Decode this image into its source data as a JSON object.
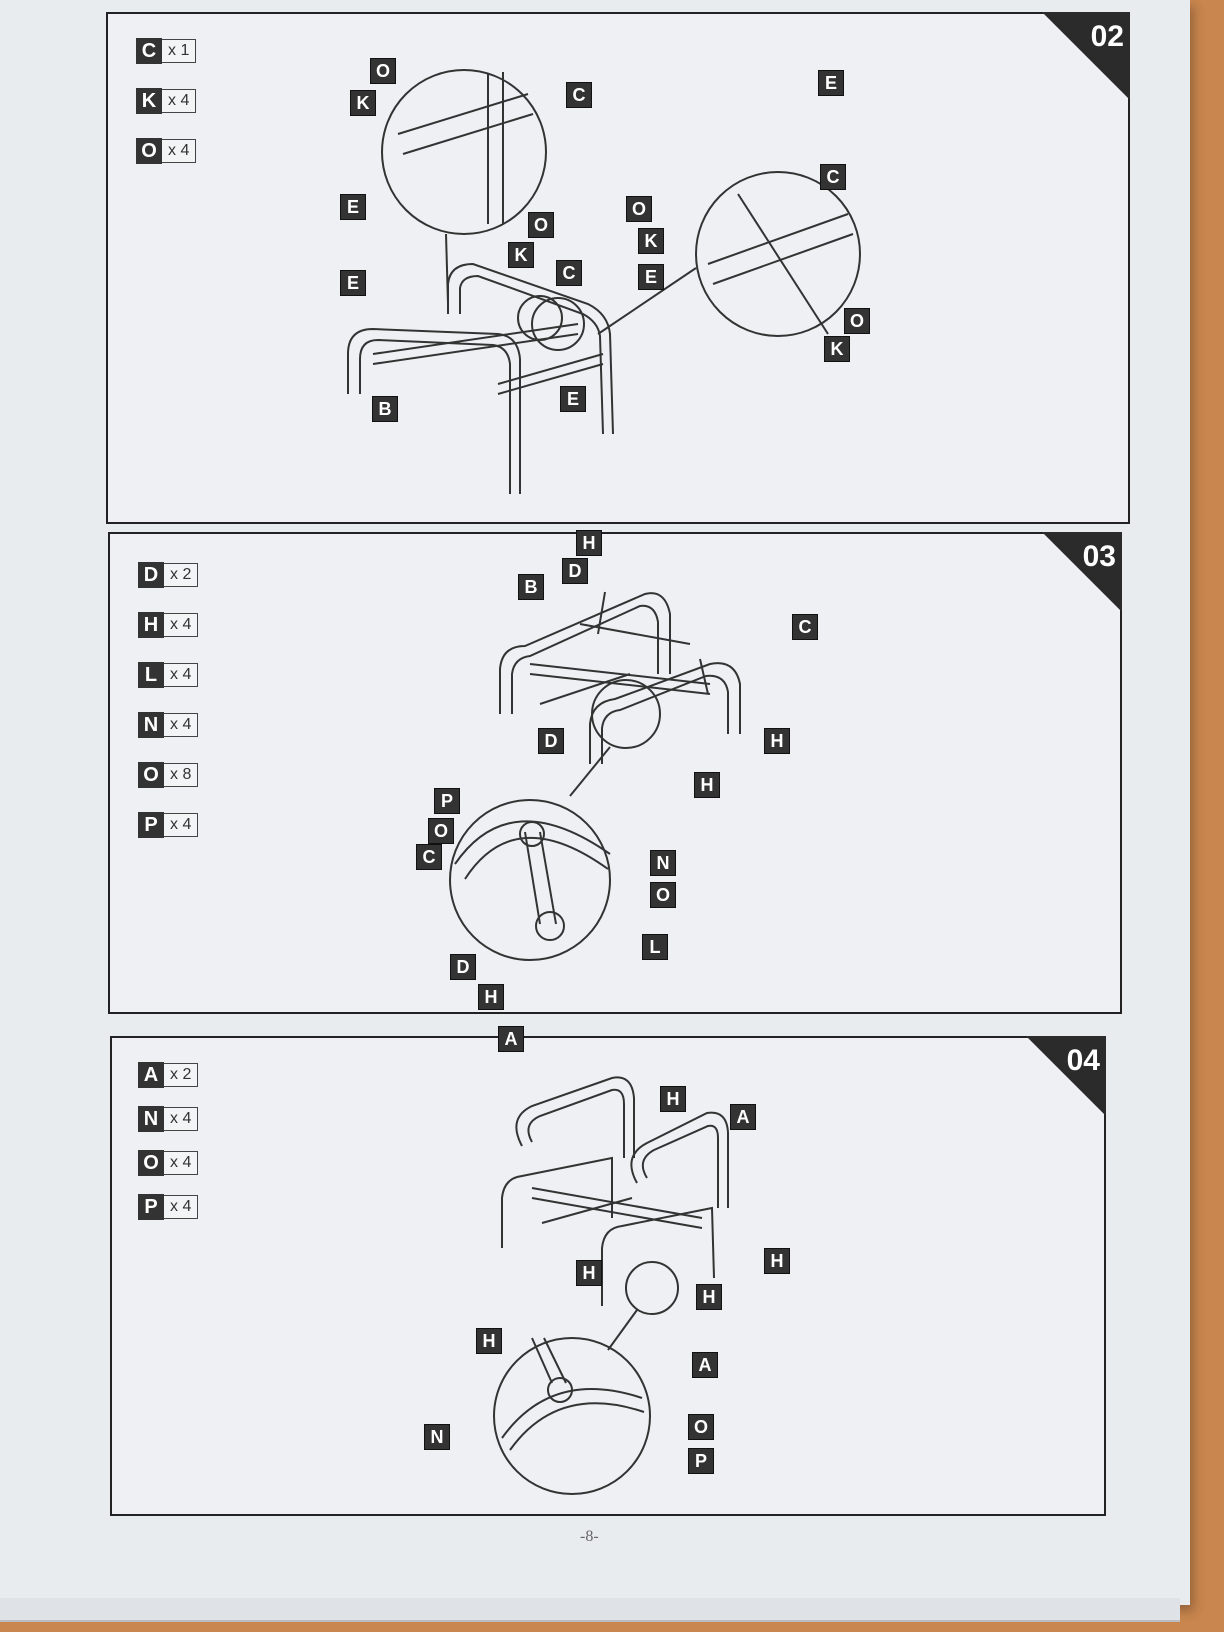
{
  "steps": [
    {
      "number": "02",
      "parts": [
        {
          "letter": "C",
          "qty": "x 1"
        },
        {
          "letter": "K",
          "qty": "x 4"
        },
        {
          "letter": "O",
          "qty": "x 4"
        }
      ],
      "labels": [
        "O",
        "K",
        "C",
        "E",
        "O",
        "K",
        "C",
        "O",
        "K",
        "E",
        "E",
        "C",
        "E",
        "O",
        "K",
        "B",
        "E"
      ]
    },
    {
      "number": "03",
      "parts": [
        {
          "letter": "D",
          "qty": "x 2"
        },
        {
          "letter": "H",
          "qty": "x 4"
        },
        {
          "letter": "L",
          "qty": "x 4"
        },
        {
          "letter": "N",
          "qty": "x 4"
        },
        {
          "letter": "O",
          "qty": "x 8"
        },
        {
          "letter": "P",
          "qty": "x 4"
        }
      ],
      "labels": [
        "H",
        "D",
        "B",
        "C",
        "D",
        "H",
        "H",
        "P",
        "O",
        "C",
        "N",
        "O",
        "L",
        "D",
        "H"
      ]
    },
    {
      "number": "04",
      "parts": [
        {
          "letter": "A",
          "qty": "x 2"
        },
        {
          "letter": "N",
          "qty": "x 4"
        },
        {
          "letter": "O",
          "qty": "x 4"
        },
        {
          "letter": "P",
          "qty": "x 4"
        }
      ],
      "labels": [
        "A",
        "H",
        "A",
        "H",
        "H",
        "H",
        "H",
        "A",
        "N",
        "O",
        "P"
      ]
    }
  ],
  "page_number": "-8-",
  "colors": {
    "paper": "#e9ecef",
    "ink": "#333333",
    "table": "#c9864e"
  }
}
